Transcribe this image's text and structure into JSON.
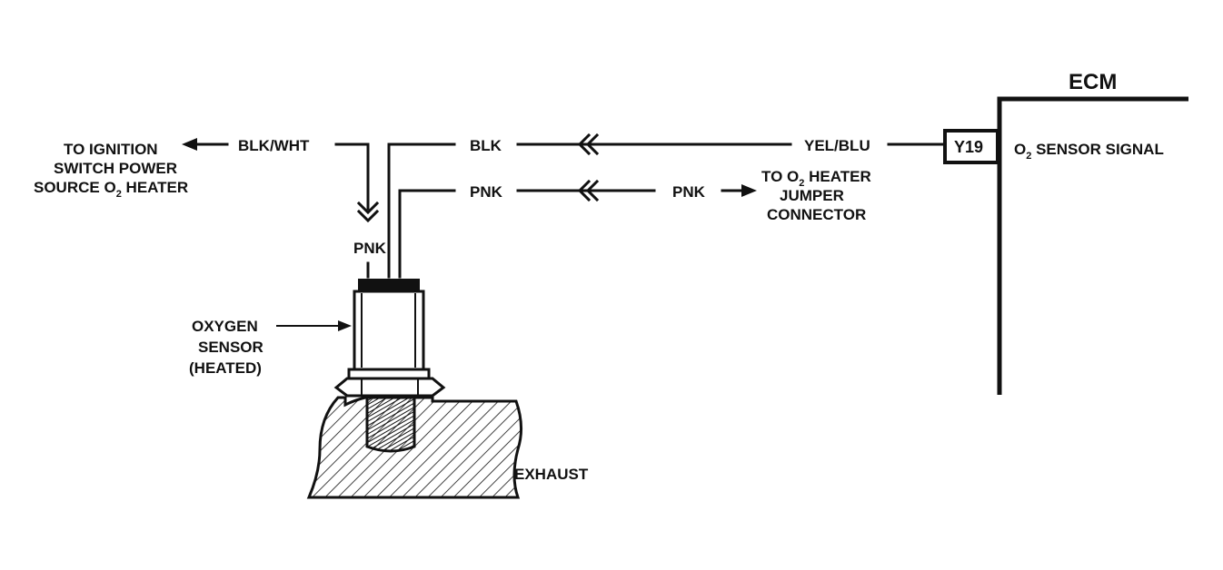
{
  "ecm": {
    "title": "ECM",
    "connector_id": "Y19",
    "pin_label_prefix": "O",
    "pin_label_sub": "2",
    "pin_label_suffix": " SENSOR SIGNAL"
  },
  "wires": {
    "blk_wht": "BLK/WHT",
    "blk": "BLK",
    "yel_blu": "YEL/BLU",
    "pnk_upper": "PNK",
    "pnk_right": "PNK",
    "pnk_vertical": "PNK"
  },
  "ignition_note": {
    "line1": "TO IGNITION",
    "line2": "SWITCH POWER",
    "line3_prefix": "SOURCE O",
    "line3_sub": "2",
    "line3_suffix": " HEATER"
  },
  "heater_jumper_note": {
    "line1_prefix": "TO O",
    "line1_sub": "2",
    "line1_suffix": " HEATER",
    "line2": "JUMPER",
    "line3": "CONNECTOR"
  },
  "sensor_note": {
    "line1": "OXYGEN",
    "line2": "SENSOR",
    "line3": "(HEATED)"
  },
  "exhaust_label": "EXHAUST",
  "colors": {
    "ink": "#111111",
    "background": "#ffffff"
  }
}
